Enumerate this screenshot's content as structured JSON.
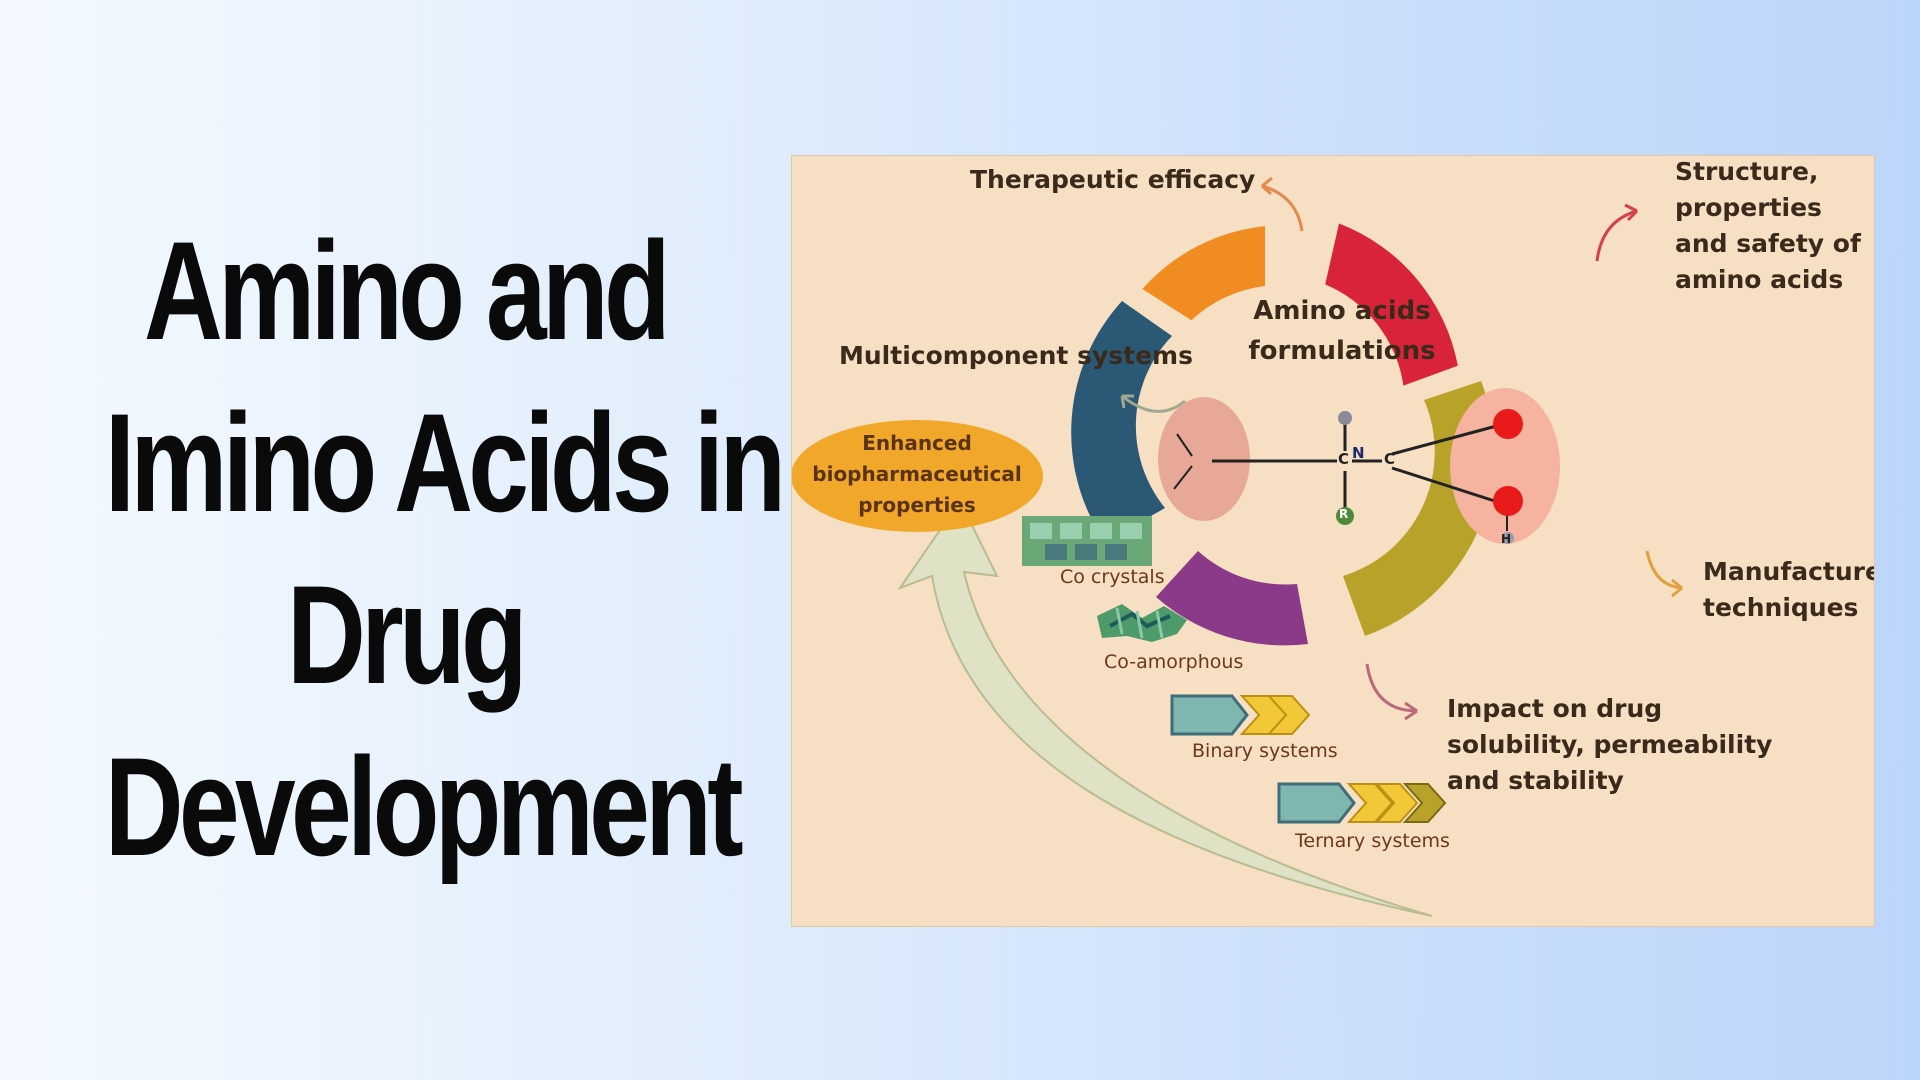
{
  "headline": {
    "line1": "Amino and",
    "line2": "Imino Acids in",
    "line3": "Drug",
    "line4": "Development"
  },
  "diagram": {
    "center_line1": "Amino acids",
    "center_line2": "formulations",
    "labels": {
      "therapeutic": "Therapeutic efficacy",
      "structure": "Structure, properties and safety of amino acids",
      "multicomponent": "Multicomponent systems",
      "manufacture": "Manufacture techniques",
      "impact": "Impact on drug solubility, permeability and stability",
      "enhanced": "Enhanced biopharmaceutical properties",
      "cocrystals": "Co crystals",
      "coamorphous": "Co-amorphous",
      "binary": "Binary systems",
      "ternary": "Ternary systems"
    },
    "molecule_atoms": {
      "n": "N",
      "c1": "C",
      "c2": "C",
      "h": "H",
      "r": "R"
    },
    "ring_colors": {
      "orange": "#f08c22",
      "red": "#d8233a",
      "olive": "#b8a22a",
      "purple": "#8a3a88",
      "blue": "#2b5874"
    }
  }
}
